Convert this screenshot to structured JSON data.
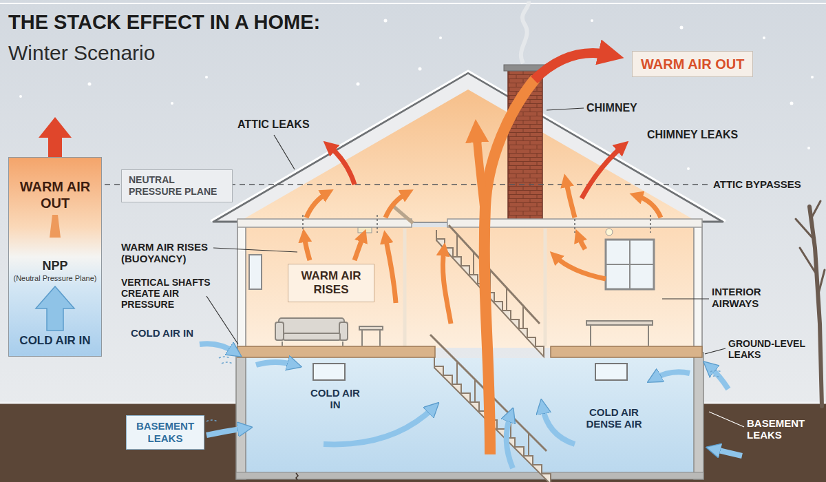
{
  "diagram": {
    "title": "THE STACK EFFECT IN A HOME:",
    "nodes": [
      {
        "text": [
          "WARM AIR OUT",
          "NPP",
          "(Neutral Pressure Plane)",
          "COLD AIR IN"
        ]
      },
      {
        "text": [
          "NEUTRAL PRESSURE PLANE"
        ]
      },
      {
        "text": [
          "WARM AIR OUT"
        ]
      },
      {
        "text": [
          "WARM AIR RISES"
        ]
      },
      {
        "text": [
          "BASEMENT LEAKS"
        ]
      }
    ],
    "labels": [
      "Winter Scenario",
      "ATTIC LEAKS",
      "CHIMNEY",
      "CHIMNEY LEAKS",
      "ATTIC BYPASSES",
      "WARM AIR RISES (BUOYANCY)",
      "VERTICAL SHAFTS CREATE AIR PRESSURE",
      "COLD AIR IN",
      "INTERIOR AIRWAYS",
      "GROUND-LEVEL LEAKS",
      "COLD AIR IN",
      "COLD AIR DENSE AIR",
      "BASEMENT LEAKS"
    ]
  }
}
